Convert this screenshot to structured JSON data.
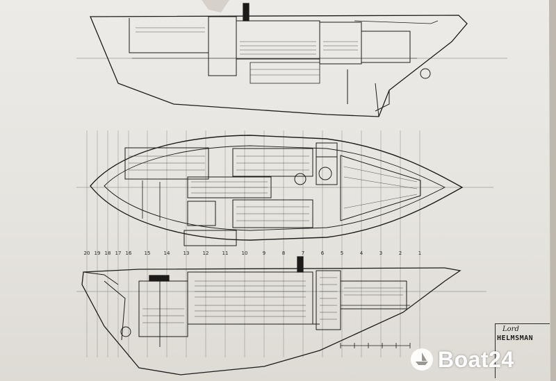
{
  "stations": [
    "20",
    "19",
    "18",
    "17",
    "16",
    "15",
    "14",
    "13",
    "12",
    "11",
    "10",
    "9",
    "8",
    "7",
    "6",
    "5",
    "4",
    "3",
    "2",
    "1"
  ],
  "title_block": {
    "script_brand": "Lord",
    "brand": "HELMSMAN"
  },
  "watermark": {
    "text": "Boat24",
    "icon": "boat24-logo-icon"
  },
  "colors": {
    "paper": "#e7e5e1",
    "ink": "#1c1b1a",
    "watermark": "#ffffff"
  }
}
